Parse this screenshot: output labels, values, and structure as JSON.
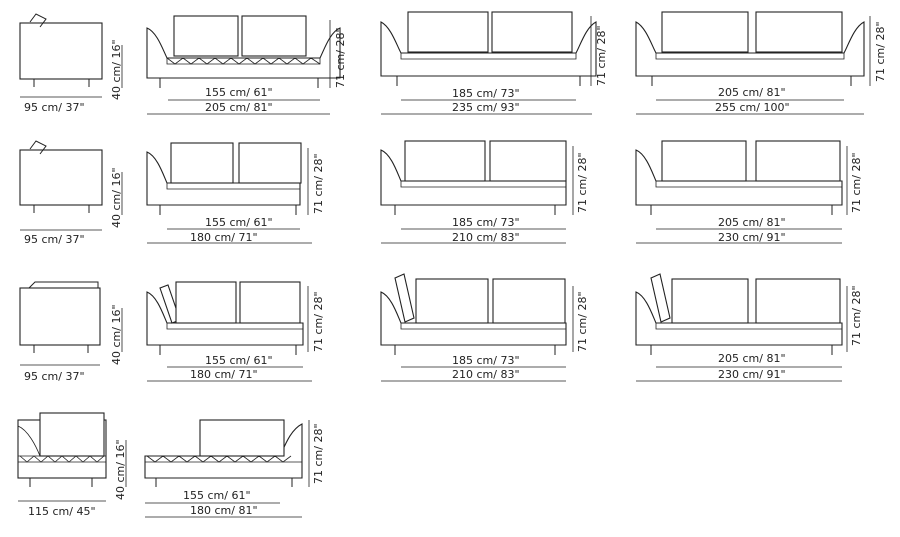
{
  "unit_sep": "/",
  "rows": [
    {
      "side": {
        "depth": "95 cm/ 37\"",
        "seat_h": "40 cm/ 16\""
      },
      "sofas": [
        {
          "seat": "155 cm/ 61\"",
          "total": "205 cm/ 81\"",
          "height": "71 cm/ 28\""
        },
        {
          "seat": "185 cm/ 73\"",
          "total": "235 cm/ 93\"",
          "height": "71 cm/ 28\""
        },
        {
          "seat": "205 cm/ 81\"",
          "total": "255 cm/ 100\"",
          "height": "71 cm/ 28\""
        }
      ]
    },
    {
      "side": {
        "depth": "95 cm/ 37\"",
        "seat_h": "40 cm/ 16\""
      },
      "sofas": [
        {
          "seat": "155 cm/ 61\"",
          "total": "180 cm/ 71\"",
          "height": "71 cm/ 28\""
        },
        {
          "seat": "185 cm/ 73\"",
          "total": "210 cm/ 83\"",
          "height": "71 cm/ 28\""
        },
        {
          "seat": "205 cm/ 81\"",
          "total": "230 cm/ 91\"",
          "height": "71 cm/ 28\""
        }
      ]
    },
    {
      "side": {
        "depth": "95 cm/ 37\"",
        "seat_h": "40 cm/ 16\""
      },
      "sofas": [
        {
          "seat": "155 cm/ 61\"",
          "total": "180 cm/ 71\"",
          "height": "71 cm/ 28\""
        },
        {
          "seat": "185 cm/ 73\"",
          "total": "210 cm/ 83\"",
          "height": "71 cm/ 28\""
        },
        {
          "seat": "205 cm/ 81\"",
          "total": "230 cm/ 91\"",
          "height": "71 cm/ 28\""
        }
      ]
    },
    {
      "side": {
        "depth": "115 cm/ 45\"",
        "seat_h": "40 cm/ 16\""
      },
      "sofas": [
        {
          "seat": "155 cm/ 61\"",
          "total": "180 cm/ 81\"",
          "height": "71 cm/ 28\""
        }
      ]
    }
  ]
}
